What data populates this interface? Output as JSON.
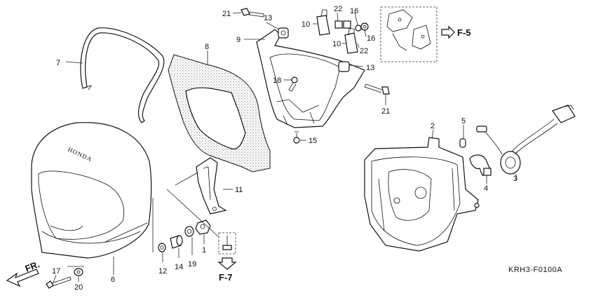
{
  "diagram": {
    "code": "KRH3-F0100A",
    "brand": "HONDA",
    "refs": {
      "f5": "F-5",
      "f7": "F-7",
      "fr": "FR."
    },
    "callouts": {
      "c1": "1",
      "c2": "2",
      "c3": "3",
      "c4": "4",
      "c5": "5",
      "c6": "6",
      "c7": "7",
      "c8": "8",
      "c9": "9",
      "c10a": "10",
      "c10b": "10",
      "c11": "11",
      "c12": "12",
      "c13a": "13",
      "c13b": "13",
      "c14": "14",
      "c15": "15",
      "c16a": "16",
      "c16b": "16",
      "c17": "17",
      "c18": "18",
      "c19": "19",
      "c20": "20",
      "c21a": "21",
      "c21b": "21",
      "c22a": "22",
      "c22b": "22"
    }
  }
}
